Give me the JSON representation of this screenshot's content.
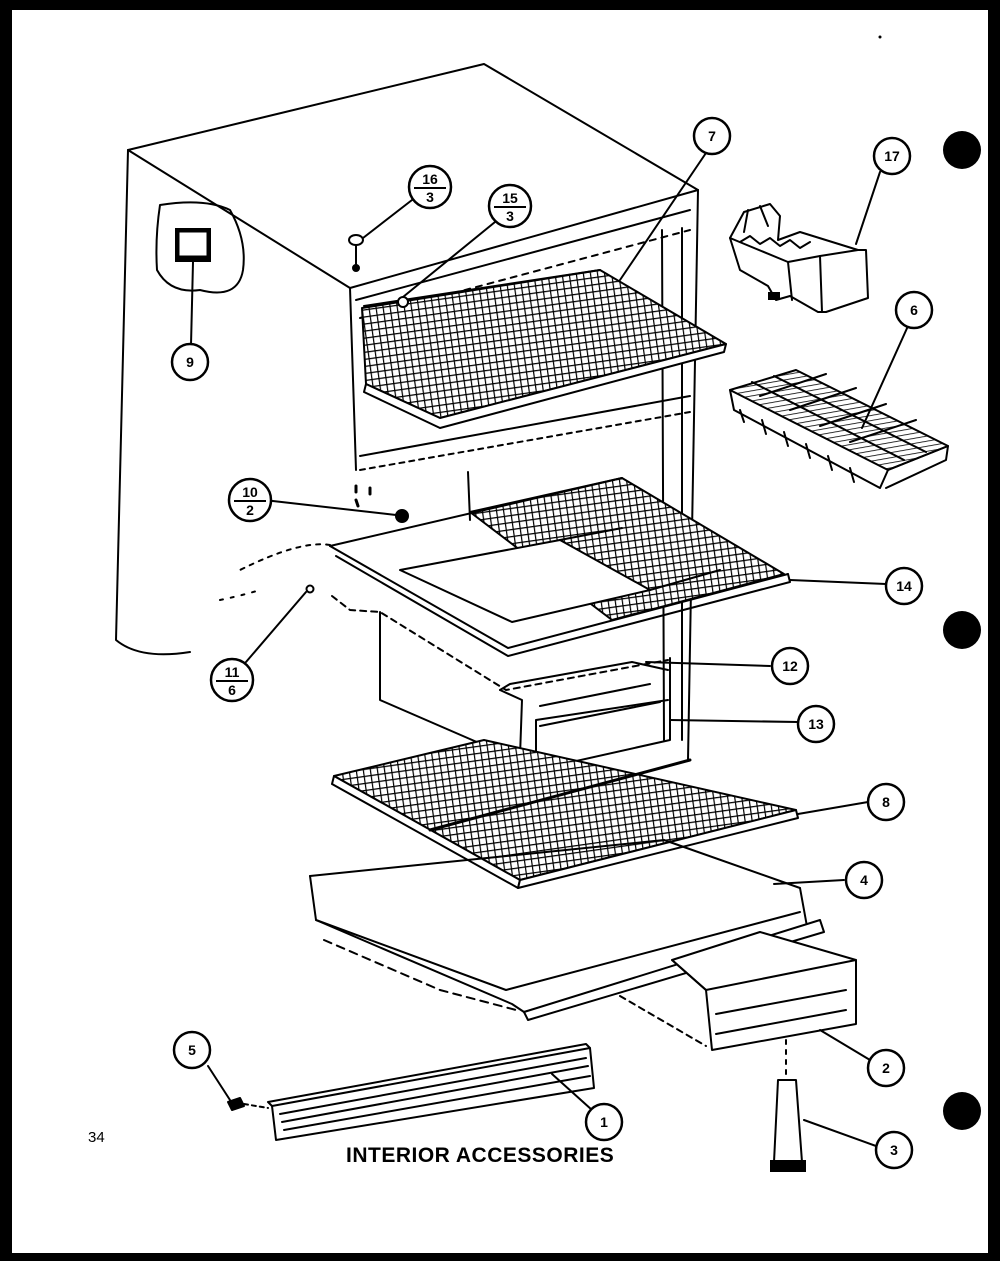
{
  "page_number": "34",
  "title": "INTERIOR ACCESSORIES",
  "callouts": {
    "c1": "1",
    "c2": "2",
    "c3": "3",
    "c4": "4",
    "c5": "5",
    "c6": "6",
    "c7": "7",
    "c8": "8",
    "c9": "9",
    "c12": "12",
    "c13": "13",
    "c14": "14",
    "c17": "17",
    "f16_top": "16",
    "f16_bot": "3",
    "f15_top": "15",
    "f15_bot": "3",
    "f10_top": "10",
    "f10_bot": "2",
    "f11_top": "11",
    "f11_bot": "6"
  },
  "colors": {
    "paper": "#ffffff",
    "ink": "#000000",
    "border": "#000000"
  }
}
